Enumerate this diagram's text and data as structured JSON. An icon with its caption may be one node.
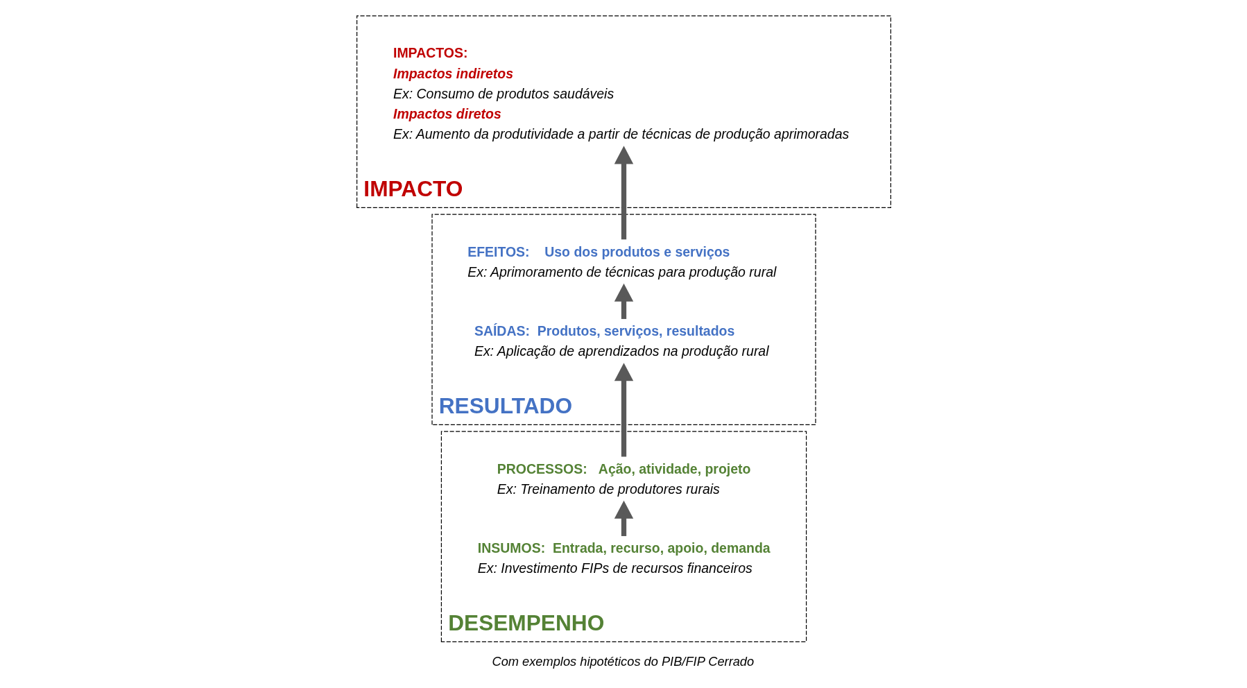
{
  "diagram": {
    "nodes": [
      {
        "text": [
          "IMPACTO"
        ]
      },
      {
        "text": [
          "IMPACTOS:",
          "Impactos indiretos",
          "Ex: Consumo de produtos saudáveis",
          "Impactos diretos",
          "Ex: Aumento da produtividade a partir de técnicas de produção aprimoradas"
        ],
        "in": 0
      },
      {
        "text": [
          "RESULTADO"
        ]
      },
      {
        "text": [
          "EFEITOS:    Uso dos produtos e serviços",
          "Ex: Aprimoramento de técnicas para produção rural"
        ],
        "in": 2
      },
      {
        "text": [
          "SAÍDAS:  Produtos, serviços, resultados",
          "Ex: Aplicação de aprendizados na produção rural"
        ],
        "in": 2
      },
      {
        "text": [
          "DESEMPENHO"
        ]
      },
      {
        "text": [
          "PROCESSOS:   Ação, atividade, projeto",
          "Ex: Treinamento de produtores rurais"
        ],
        "in": 5
      },
      {
        "text": [
          "INSUMOS:  Entrada, recurso, apoio, demanda",
          "Ex: Investimento FIPs de recursos financeiros"
        ],
        "in": 5
      }
    ],
    "edges": [
      {
        "from": 7,
        "to": 6,
        "arrow": "to"
      },
      {
        "from": 6,
        "to": 4,
        "arrow": "to"
      },
      {
        "from": 4,
        "to": 3,
        "arrow": "to"
      },
      {
        "from": 3,
        "to": 1,
        "arrow": "to"
      }
    ],
    "labels": [
      "Com exemplos hipotéticos do PIB/FIP Cerrado"
    ]
  }
}
